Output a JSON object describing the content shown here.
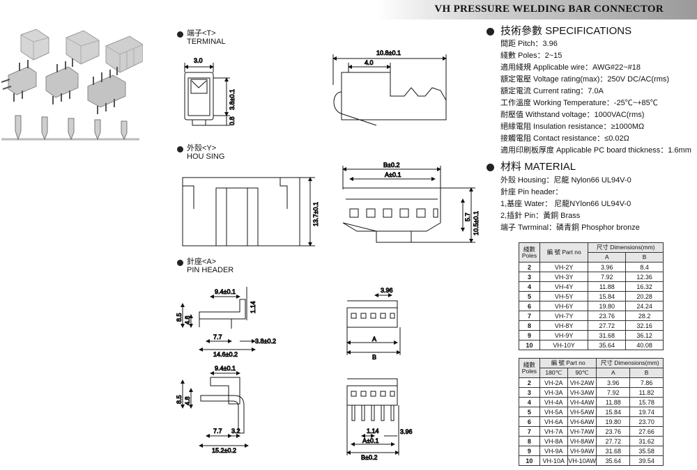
{
  "banner": {
    "title": "VH PRESSURE WELDING BAR CONNECTOR"
  },
  "sections": {
    "terminal": {
      "zh": "端子<T>",
      "en": "TERMINAL"
    },
    "housing": {
      "zh": "外殼<Y>",
      "en": "HOU SING"
    },
    "header": {
      "zh": "針座<A>",
      "en": "PIN HEADER"
    }
  },
  "dims": {
    "term_w": "3.0",
    "term_h": "3.8±0.1",
    "term_b": "0.8",
    "term_len": "10.8±0.1",
    "term_4": "4.0",
    "hs_b": "B±0.2",
    "hs_a": "A±0.1",
    "hs_h": "13.7±0.1",
    "hs_57": "5.7",
    "hs_105": "10.5±0.1",
    "ph1_94": "9.4±0.1",
    "ph1_114": "1.14",
    "ph1_85": "8.5",
    "ph1_48": "4.8",
    "ph1_77": "7.7",
    "ph1_38": "3.8±0.2",
    "ph1_146": "14.6±0.2",
    "ph1_396": "3.96",
    "ph1_a": "A",
    "ph1_b": "B",
    "ph2_94": "9.4±0.1",
    "ph2_85": "8.5",
    "ph2_48": "4.8",
    "ph2_77": "7.7",
    "ph2_32": "3.2",
    "ph2_152": "15.2±0.2",
    "ph2_114": "1.14",
    "ph2_396": "3.96",
    "ph2_a": "A±0.1",
    "ph2_b": "B±0.2"
  },
  "specs": {
    "title_zh": "技術參數",
    "title_en": "SPECIFICATIONS",
    "lines": [
      "間距 Pitch：3.96",
      "綫數 Poles：2~15",
      "適用綫規 Applicable wire：AWG#22~#18",
      "額定電壓 Voltage rating(max)：250V DC/AC(rms)",
      "額定電流 Current rating：7.0A",
      "工作溫度 Working Temperature：-25℃~+85℃",
      "耐壓值 Withstand voltage：1000VAC(rms)",
      "絕緣電阻 Insulation resistance：≥1000MΩ",
      "接觸電阻 Contact resistance：≤0.02Ω",
      "適用印刷板厚度 Applicable PC board thickness：1.6mm"
    ]
  },
  "material": {
    "title_zh": "材料",
    "title_en": "MATERIAL",
    "lines": [
      "外殼 Housing：尼龍 Nylon66  UL94V-0",
      "針座 Pin header：",
      "1,基座 Water：  尼龍NYlon66 UL94V-0",
      "2,插針 Pin：黃銅 Brass",
      "端子 Twrminal：磷青銅 Phosphor bronze"
    ]
  },
  "table1": {
    "h_poles_zh": "綫數",
    "h_poles_en": "Poles",
    "h_part": "編 號 Part no",
    "h_dims": "尺寸 Dimensions(mm)",
    "h_a": "A",
    "h_b": "B",
    "rows": [
      [
        "2",
        "VH-2Y",
        "3.96",
        "8.4"
      ],
      [
        "3",
        "VH-3Y",
        "7.92",
        "12.36"
      ],
      [
        "4",
        "VH-4Y",
        "11.88",
        "16.32"
      ],
      [
        "5",
        "VH-5Y",
        "15.84",
        "20.28"
      ],
      [
        "6",
        "VH-6Y",
        "19.80",
        "24.24"
      ],
      [
        "7",
        "VH-7Y",
        "23.76",
        "28.2"
      ],
      [
        "8",
        "VH-8Y",
        "27.72",
        "32.16"
      ],
      [
        "9",
        "VH-9Y",
        "31.68",
        "36.12"
      ],
      [
        "10",
        "VH-10Y",
        "35.64",
        "40.08"
      ]
    ]
  },
  "table2": {
    "h_poles_zh": "綫數",
    "h_poles_en": "Poles",
    "h_part": "編 號 Part no",
    "h_180": "180℃",
    "h_90": "90℃",
    "h_dims": "尺寸 Dimensions(mm)",
    "h_a": "A",
    "h_b": "B",
    "rows": [
      [
        "2",
        "VH-2A",
        "VH-2AW",
        "3.96",
        "7.86"
      ],
      [
        "3",
        "VH-3A",
        "VH-3AW",
        "7.92",
        "11.82"
      ],
      [
        "4",
        "VH-4A",
        "VH-4AW",
        "11.88",
        "15.78"
      ],
      [
        "5",
        "VH-5A",
        "VH-5AW",
        "15.84",
        "19.74"
      ],
      [
        "6",
        "VH-6A",
        "VH-6AW",
        "19.80",
        "23.70"
      ],
      [
        "7",
        "VH-7A",
        "VH-7AW",
        "23.76",
        "27.66"
      ],
      [
        "8",
        "VH-8A",
        "VH-8AW",
        "27.72",
        "31.62"
      ],
      [
        "9",
        "VH-9A",
        "VH-9AW",
        "31.68",
        "35.58"
      ],
      [
        "10",
        "VH-10A",
        "VH-10AW",
        "35.64",
        "39.54"
      ]
    ]
  }
}
